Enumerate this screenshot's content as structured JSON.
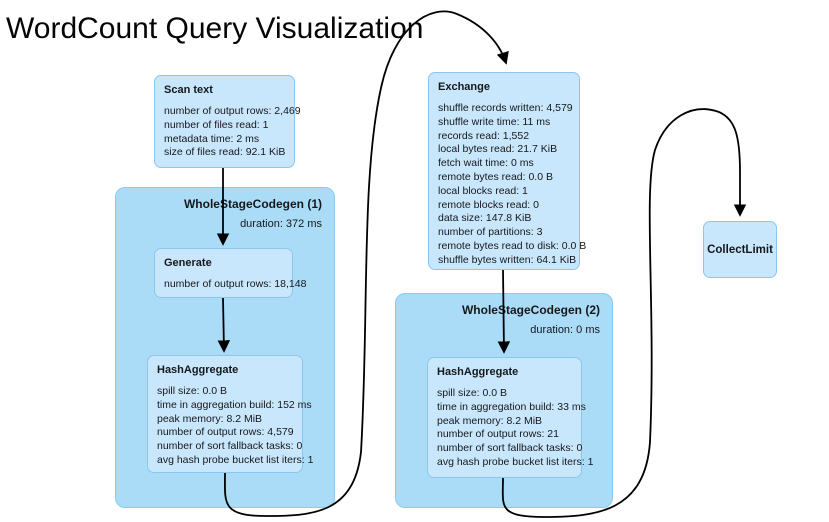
{
  "page": {
    "title": "WordCount Query Visualization"
  },
  "colors": {
    "container_fill": "#aadcf8",
    "container_border": "#8ccaf0",
    "node_fill": "#c9e7fc",
    "node_border": "#8cc6ee",
    "edge": "#000000",
    "text": "#16181a"
  },
  "nodes": {
    "scan": {
      "title": "Scan text",
      "metrics": [
        "number of output rows: 2,469",
        "number of files read: 1",
        "metadata time: 2 ms",
        "size of files read: 92.1 KiB"
      ]
    },
    "wsc1": {
      "title": "WholeStageCodegen (1)",
      "duration": "duration: 372 ms"
    },
    "generate": {
      "title": "Generate",
      "metrics": [
        "number of output rows: 18,148"
      ]
    },
    "hashagg1": {
      "title": "HashAggregate",
      "metrics": [
        "spill size: 0.0 B",
        "time in aggregation build: 152 ms",
        "peak memory: 8.2 MiB",
        "number of output rows: 4,579",
        "number of sort fallback tasks: 0",
        "avg hash probe bucket list iters: 1"
      ]
    },
    "exchange": {
      "title": "Exchange",
      "metrics": [
        "shuffle records written: 4,579",
        "shuffle write time: 11 ms",
        "records read: 1,552",
        "local bytes read: 21.7 KiB",
        "fetch wait time: 0 ms",
        "remote bytes read: 0.0 B",
        "local blocks read: 1",
        "remote blocks read: 0",
        "data size: 147.8 KiB",
        "number of partitions: 3",
        "remote bytes read to disk: 0.0 B",
        "shuffle bytes written: 64.1 KiB"
      ]
    },
    "wsc2": {
      "title": "WholeStageCodegen (2)",
      "duration": "duration: 0 ms"
    },
    "hashagg2": {
      "title": "HashAggregate",
      "metrics": [
        "spill size: 0.0 B",
        "time in aggregation build: 33 ms",
        "peak memory: 8.2 MiB",
        "number of output rows: 21",
        "number of sort fallback tasks: 0",
        "avg hash probe bucket list iters: 1"
      ]
    },
    "collectlimit": {
      "title": "CollectLimit"
    }
  }
}
